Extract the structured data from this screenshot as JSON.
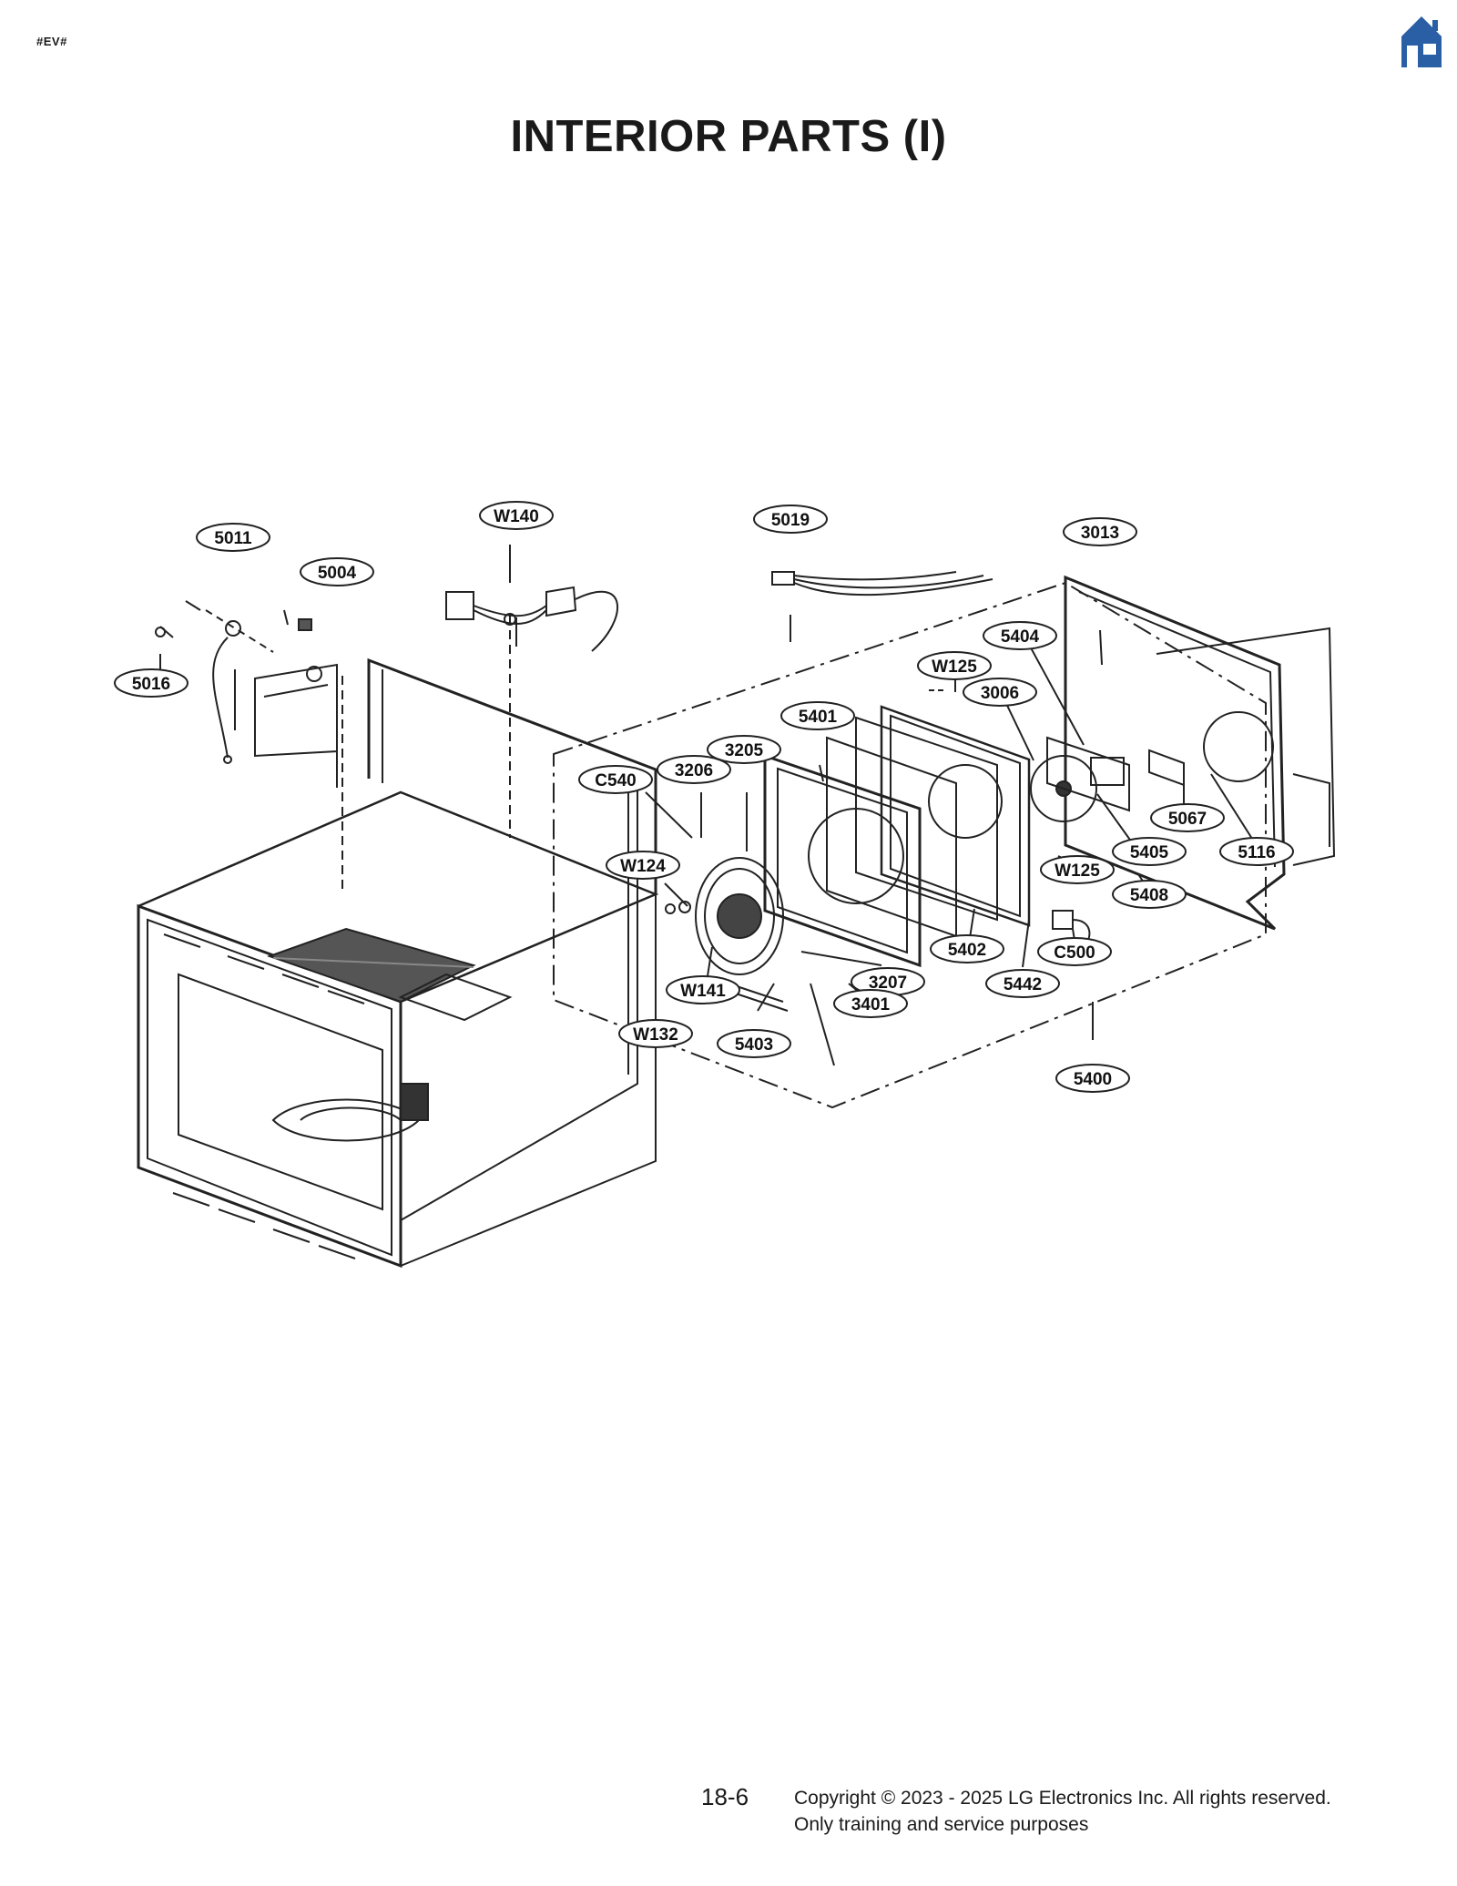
{
  "header": {
    "doc_code": "#EV#",
    "home_icon": "home-icon",
    "home_color": "#2b5fa5"
  },
  "title": "INTERIOR PARTS (I)",
  "callouts": [
    "5011",
    "5004",
    "5016",
    "W140",
    "5019",
    "3013",
    "5404",
    "W125",
    "3006",
    "5401",
    "3205",
    "3206",
    "C540",
    "W124",
    "5067",
    "5405",
    "5116",
    "W125",
    "5408",
    "5402",
    "C500",
    "3207",
    "W141",
    "5442",
    "W132",
    "3401",
    "5403",
    "5400"
  ],
  "footer": {
    "page_number": "18-6",
    "copyright": "Copyright © 2023 - 2025 LG Electronics Inc. All rights reserved.",
    "note": "Only training and service purposes"
  }
}
